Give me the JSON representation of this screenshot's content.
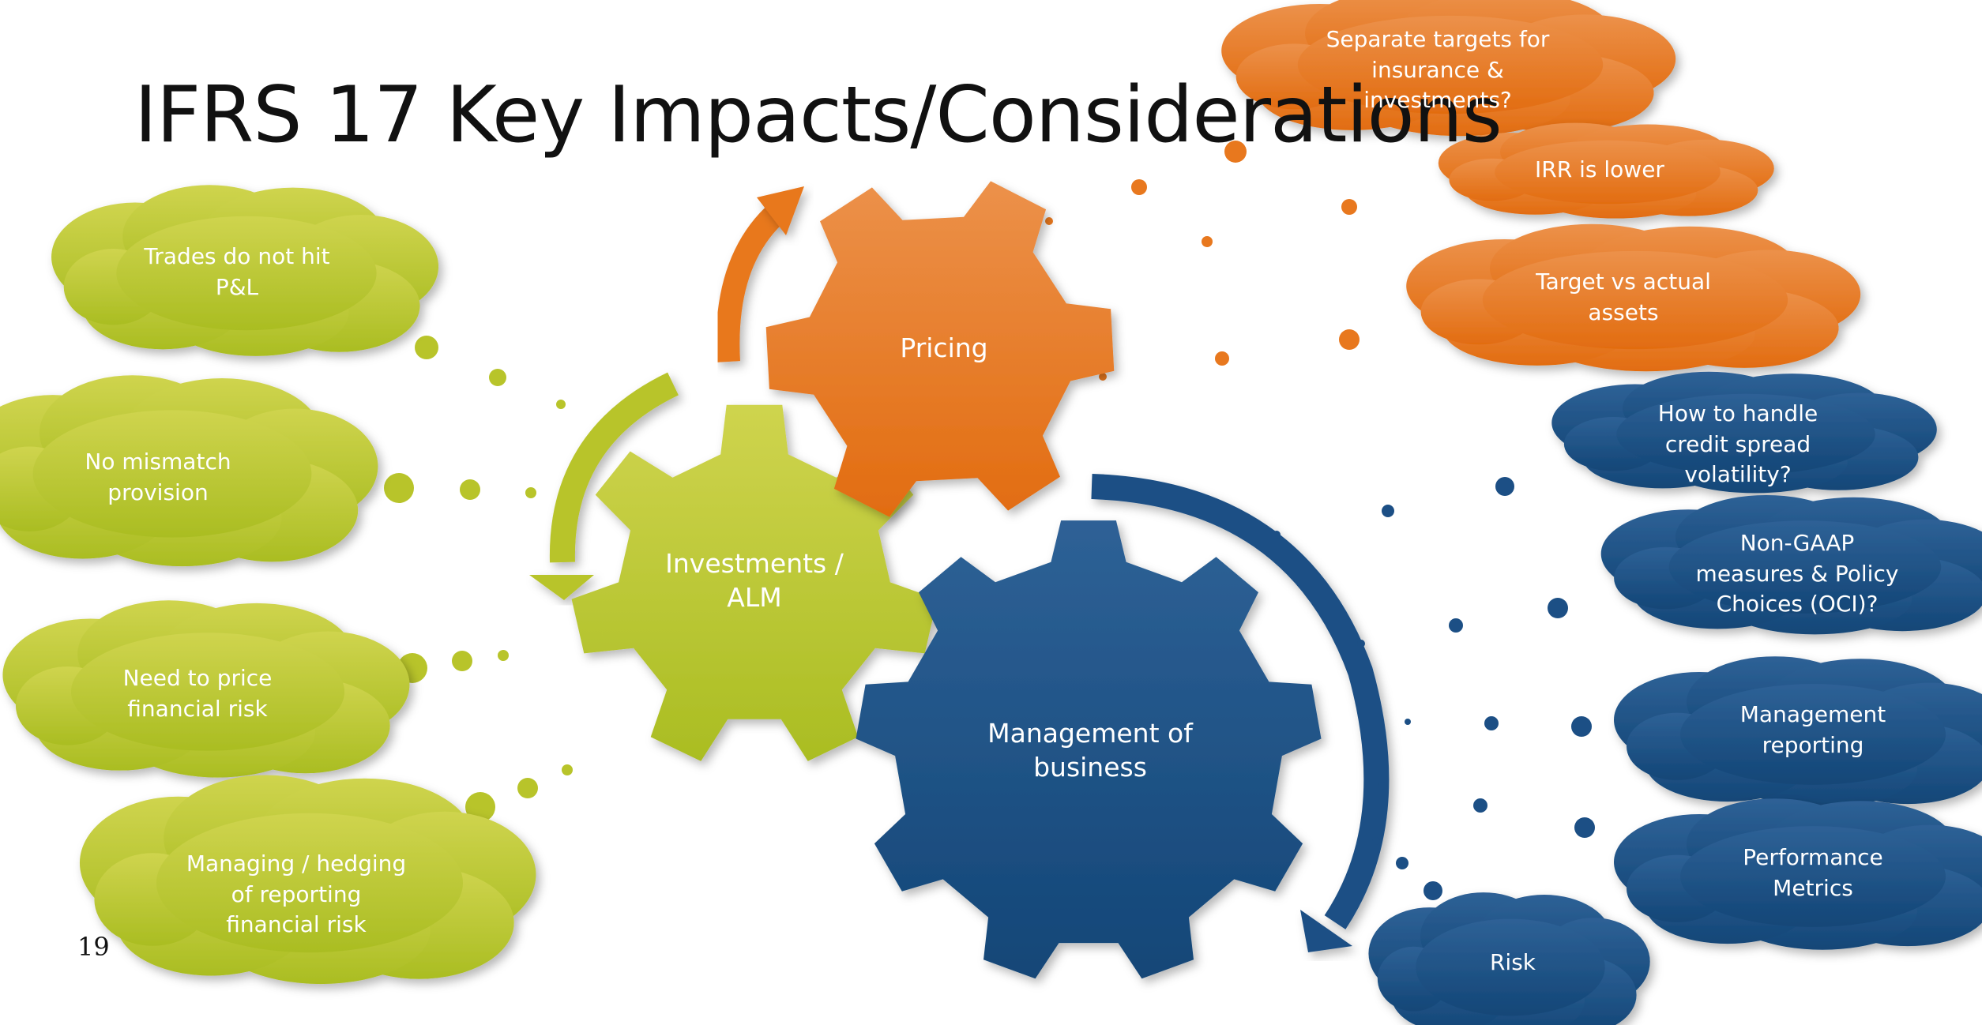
{
  "slide": {
    "title": "IFRS 17 Key Impacts/Considerations",
    "page_number": "19"
  },
  "colors": {
    "green": "#b8c42a",
    "orange": "#e8781e",
    "blue": "#1c4f85",
    "text": "#111111",
    "label_text": "#ffffff"
  },
  "gears": {
    "investments": {
      "label": "Investments / ALM",
      "color": "green"
    },
    "pricing": {
      "label": "Pricing",
      "color": "orange"
    },
    "management": {
      "label": "Management of business",
      "color": "blue"
    }
  },
  "clouds": {
    "green": [
      "Trades do not hit P&L",
      "No mismatch provision",
      "Need to price financial risk",
      "Managing / hedging of reporting financial risk"
    ],
    "orange": [
      "Separate targets for insurance & investments?",
      "IRR is lower",
      "Target vs actual assets"
    ],
    "blue": [
      "How to handle credit spread volatility?",
      "Non-GAAP measures & Policy Choices (OCI)?",
      "Management reporting",
      "Performance Metrics",
      "Risk"
    ]
  }
}
